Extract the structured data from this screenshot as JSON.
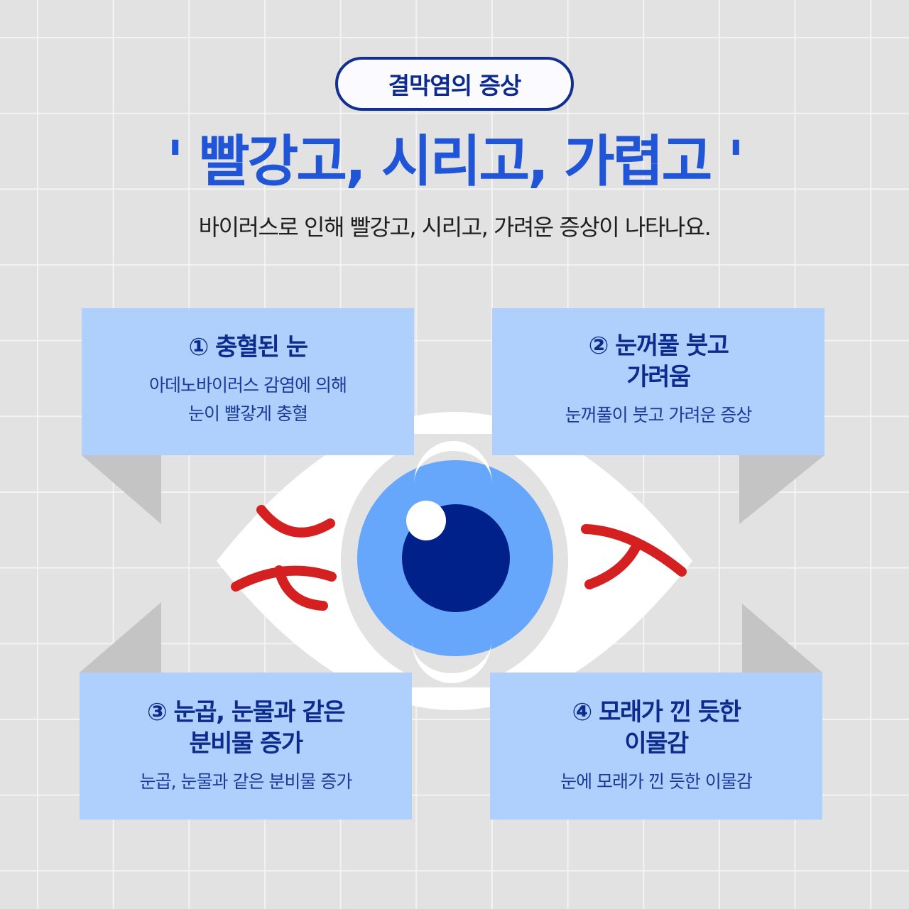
{
  "badge": {
    "label": "결막염의 증상"
  },
  "title": {
    "text": "' 빨강고, 시리고, 가렵고 '"
  },
  "subtitle": {
    "text": "바이러스로 인해 빨강고, 시리고, 가려운 증상이 나타나요."
  },
  "cards": [
    {
      "number": "①",
      "heading": "① 충혈된 눈",
      "description": "아데노바이러스 감염에 의해\n눈이 빨갛게 충혈"
    },
    {
      "number": "②",
      "heading": "② 눈꺼풀 붓고\n가려움",
      "description": "눈꺼풀이 붓고 가려운 증상"
    },
    {
      "number": "③",
      "heading": "③ 눈곱, 눈물과 같은\n분비물 증가",
      "description": "눈곱, 눈물과 같은 분비물 증가"
    },
    {
      "number": "④",
      "heading": "④ 모래가 낀 듯한\n이물감",
      "description": "눈에 모래가 낀 듯한 이물감"
    }
  ],
  "illustration": {
    "subject": "red-eye-icon",
    "colors": {
      "background": "#e2e2e2",
      "card": "#afd0fc",
      "fold": "#c4c4c4",
      "sclera": "#ffffff",
      "iris": "#66a6fb",
      "pupil": "#00208a",
      "vein": "#d42020",
      "title": "#1f55d6",
      "navy": "#0d2b8c"
    }
  }
}
